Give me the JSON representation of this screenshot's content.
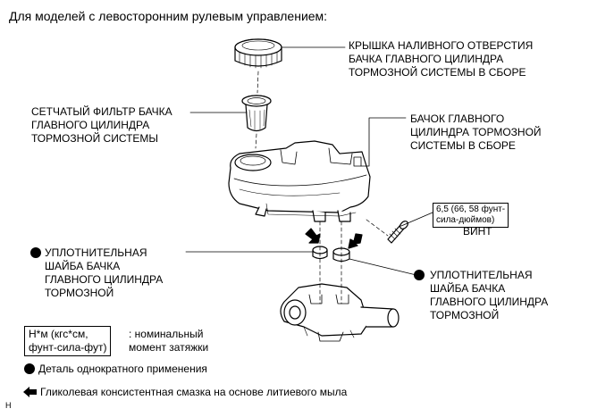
{
  "heading": "Для моделей с левосторонним рулевым управлением:",
  "labels": {
    "cap": "КРЫШКА НАЛИВНОГО ОТВЕРСТИЯ\nБАЧКА ГЛАВНОГО ЦИЛИНДРА\nТОРМОЗНОЙ СИСТЕМЫ В СБОРЕ",
    "strainer": "СЕТЧАТЫЙ ФИЛЬТР БАЧКА\nГЛАВНОГО ЦИЛИНДРА\nТОРМОЗНОЙ СИСТЕМЫ",
    "reservoir": "БАЧОК ГЛАВНОГО\nЦИЛИНДРА ТОРМОЗНОЙ\nСИСТЕМЫ В СБОРЕ",
    "grommet_left": "УПЛОТНИТЕЛЬНАЯ\nШАЙБА БАЧКА\nГЛАВНОГО ЦИЛИНДРА\nТОРМОЗНОЙ",
    "grommet_right": "УПЛОТНИТЕЛЬНАЯ\nШАЙБА БАЧКА\nГЛАВНОГО ЦИЛИНДРА\nТОРМОЗНОЙ",
    "screw": "ВИНТ"
  },
  "torque_spec": "6,5 (66, 58 фунт-\nсила-дюймов)",
  "legend": {
    "torque_key": "Н*м (кгс*см,\nфунт-сила-фут)",
    "torque_desc": ": номинальный\nмомент затяжки",
    "non_reusable": "Деталь однократного применения",
    "grease": "Гликолевая консистентная смазка на основе литиевого мыла"
  },
  "corner_mark": "H"
}
